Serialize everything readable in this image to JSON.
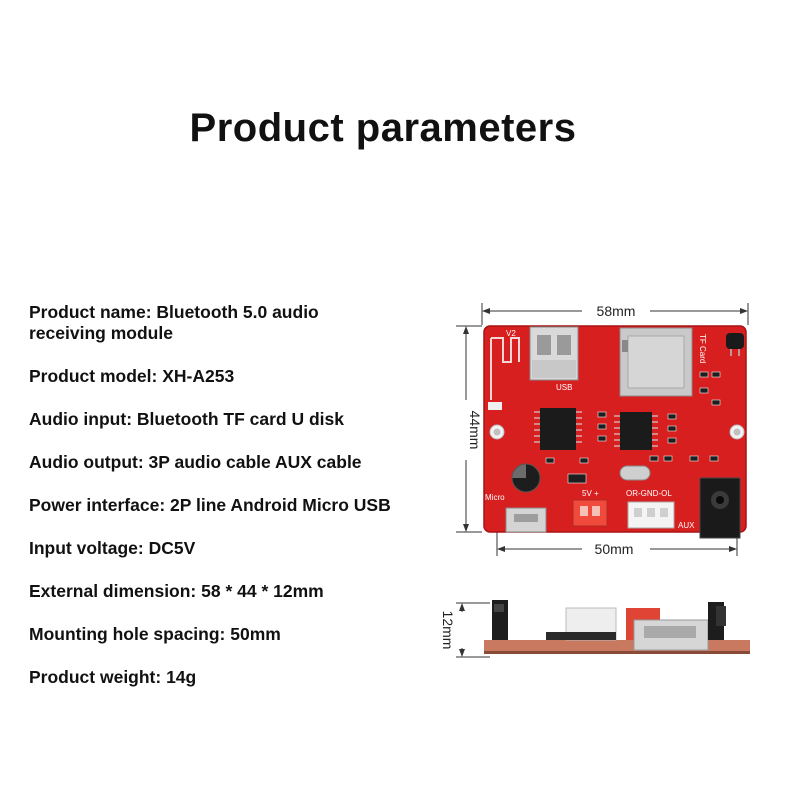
{
  "title": "Product parameters",
  "specs": [
    "Product name: Bluetooth 5.0 audio receiving module",
    "Product model: XH-A253",
    "Audio input: Bluetooth TF card U disk",
    "Audio output: 3P audio cable AUX cable",
    "Power interface: 2P line Android Micro USB",
    "Input voltage: DC5V",
    "External dimension: 58 * 44 * 12mm",
    "Mounting hole spacing: 50mm",
    "Product weight: 14g"
  ],
  "dimensions": {
    "width": "58mm",
    "height": "44mm",
    "hole_spacing": "50mm",
    "thickness": "12mm"
  },
  "board_labels": {
    "usb": "USB",
    "tf_card": "TF Card",
    "micro": "Micro",
    "power": "5V  +",
    "output": "OR-GND-OL",
    "aux": "AUX",
    "version": "V2"
  },
  "colors": {
    "pcb": "#d81f1f",
    "silkscreen": "#ffffff"
  }
}
